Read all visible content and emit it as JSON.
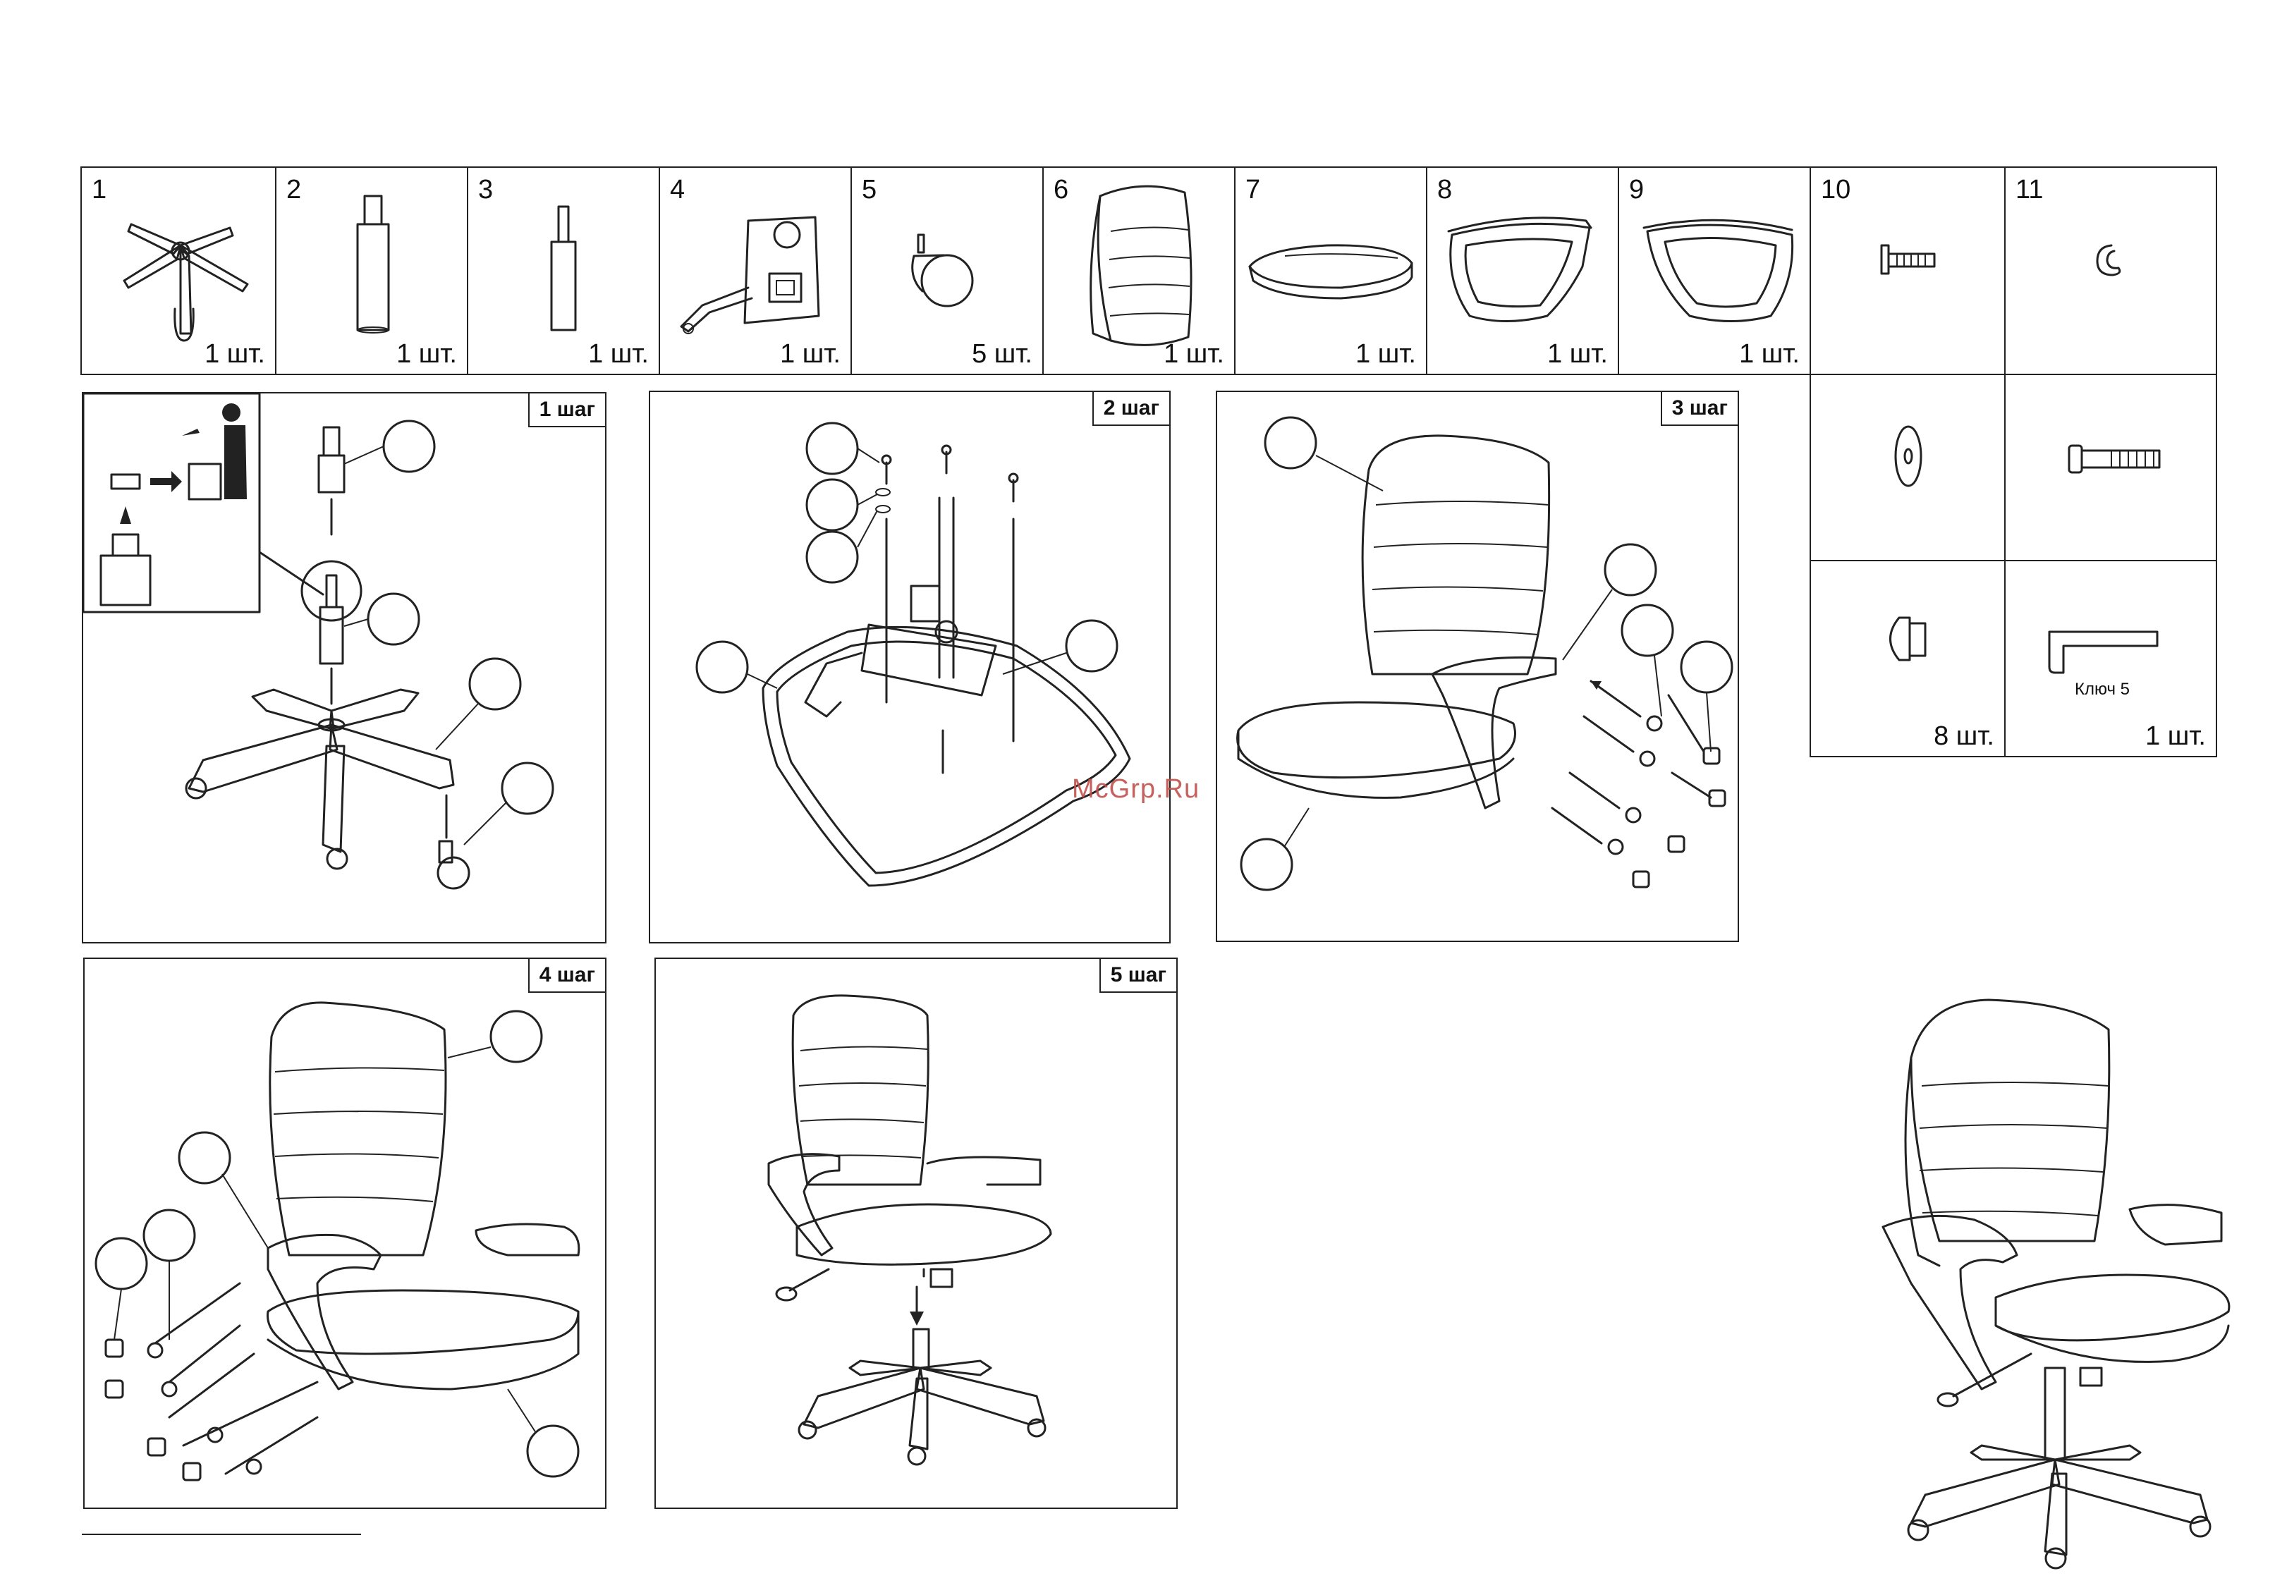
{
  "parts": [
    {
      "num": "1",
      "qty": "1 шт."
    },
    {
      "num": "2",
      "qty": "1 шт."
    },
    {
      "num": "3",
      "qty": "1 шт."
    },
    {
      "num": "4",
      "qty": "1 шт."
    },
    {
      "num": "5",
      "qty": "5 шт."
    },
    {
      "num": "6",
      "qty": "1 шт."
    },
    {
      "num": "7",
      "qty": "1 шт."
    },
    {
      "num": "8",
      "qty": "1 шт."
    },
    {
      "num": "9",
      "qty": "1 шт."
    },
    {
      "num": "10",
      "qty": ""
    },
    {
      "num": "11",
      "qty": ""
    }
  ],
  "hardware": {
    "cap_qty": "8 шт.",
    "key_label": "Ключ 5",
    "key_qty": "1 шт."
  },
  "steps": [
    "1 шаг",
    "2 шаг",
    "3 шаг",
    "4 шаг",
    "5 шаг"
  ],
  "watermark": "McGrp.Ru"
}
